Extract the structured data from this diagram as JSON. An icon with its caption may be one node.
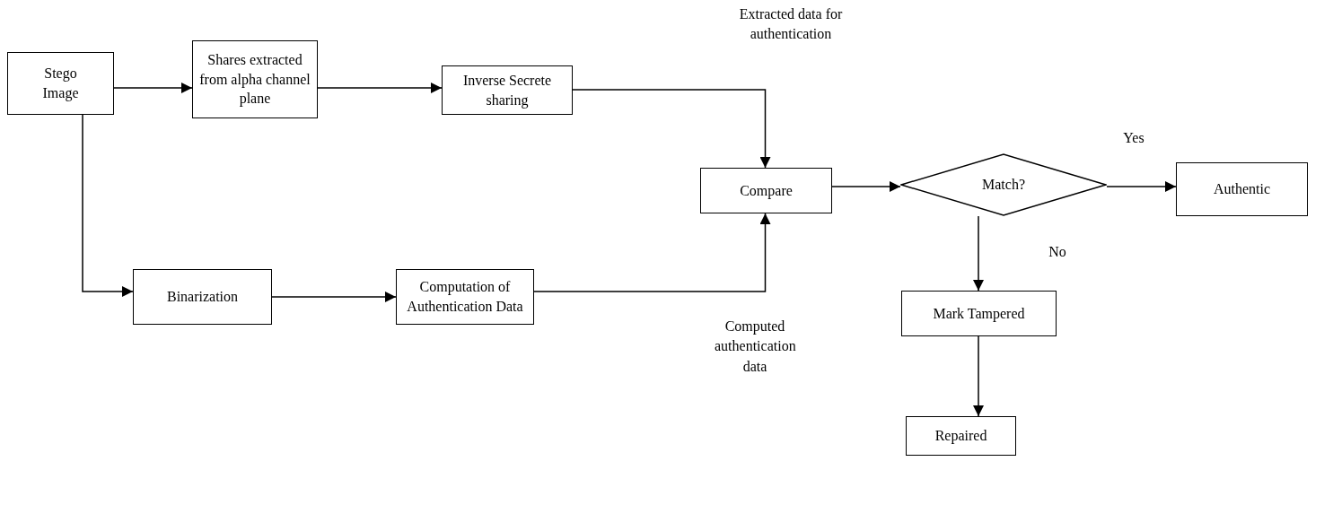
{
  "diagram": {
    "nodes": [
      {
        "text": [
          "Stego Image"
        ]
      },
      {
        "text": [
          "Shares extracted from alpha channel plane"
        ]
      },
      {
        "text": [
          "Inverse Secrete sharing"
        ]
      },
      {
        "text": [
          "Compare"
        ]
      },
      {
        "text": [
          "Match?"
        ]
      },
      {
        "text": [
          "Authentic"
        ]
      },
      {
        "text": [
          "Binarization"
        ]
      },
      {
        "text": [
          "Computation of Authentication Data"
        ]
      },
      {
        "text": [
          "Mark Tampered"
        ]
      },
      {
        "text": [
          "Repaired"
        ]
      }
    ],
    "edges": [
      {
        "from": 0,
        "to": 1,
        "arrow": "to"
      },
      {
        "from": 1,
        "to": 2,
        "arrow": "to"
      },
      {
        "from": 2,
        "to": 3,
        "arrow": "to",
        "label": "Extracted data for authentication"
      },
      {
        "from": 0,
        "to": 6,
        "arrow": "to"
      },
      {
        "from": 6,
        "to": 7,
        "arrow": "to"
      },
      {
        "from": 7,
        "to": 3,
        "arrow": "to",
        "label": "Computed authentication data"
      },
      {
        "from": 3,
        "to": 4,
        "arrow": "to"
      },
      {
        "from": 4,
        "to": 5,
        "arrow": "to",
        "label": "Yes"
      },
      {
        "from": 4,
        "to": 8,
        "arrow": "to",
        "label": "No"
      },
      {
        "from": 8,
        "to": 9,
        "arrow": "to"
      }
    ]
  }
}
